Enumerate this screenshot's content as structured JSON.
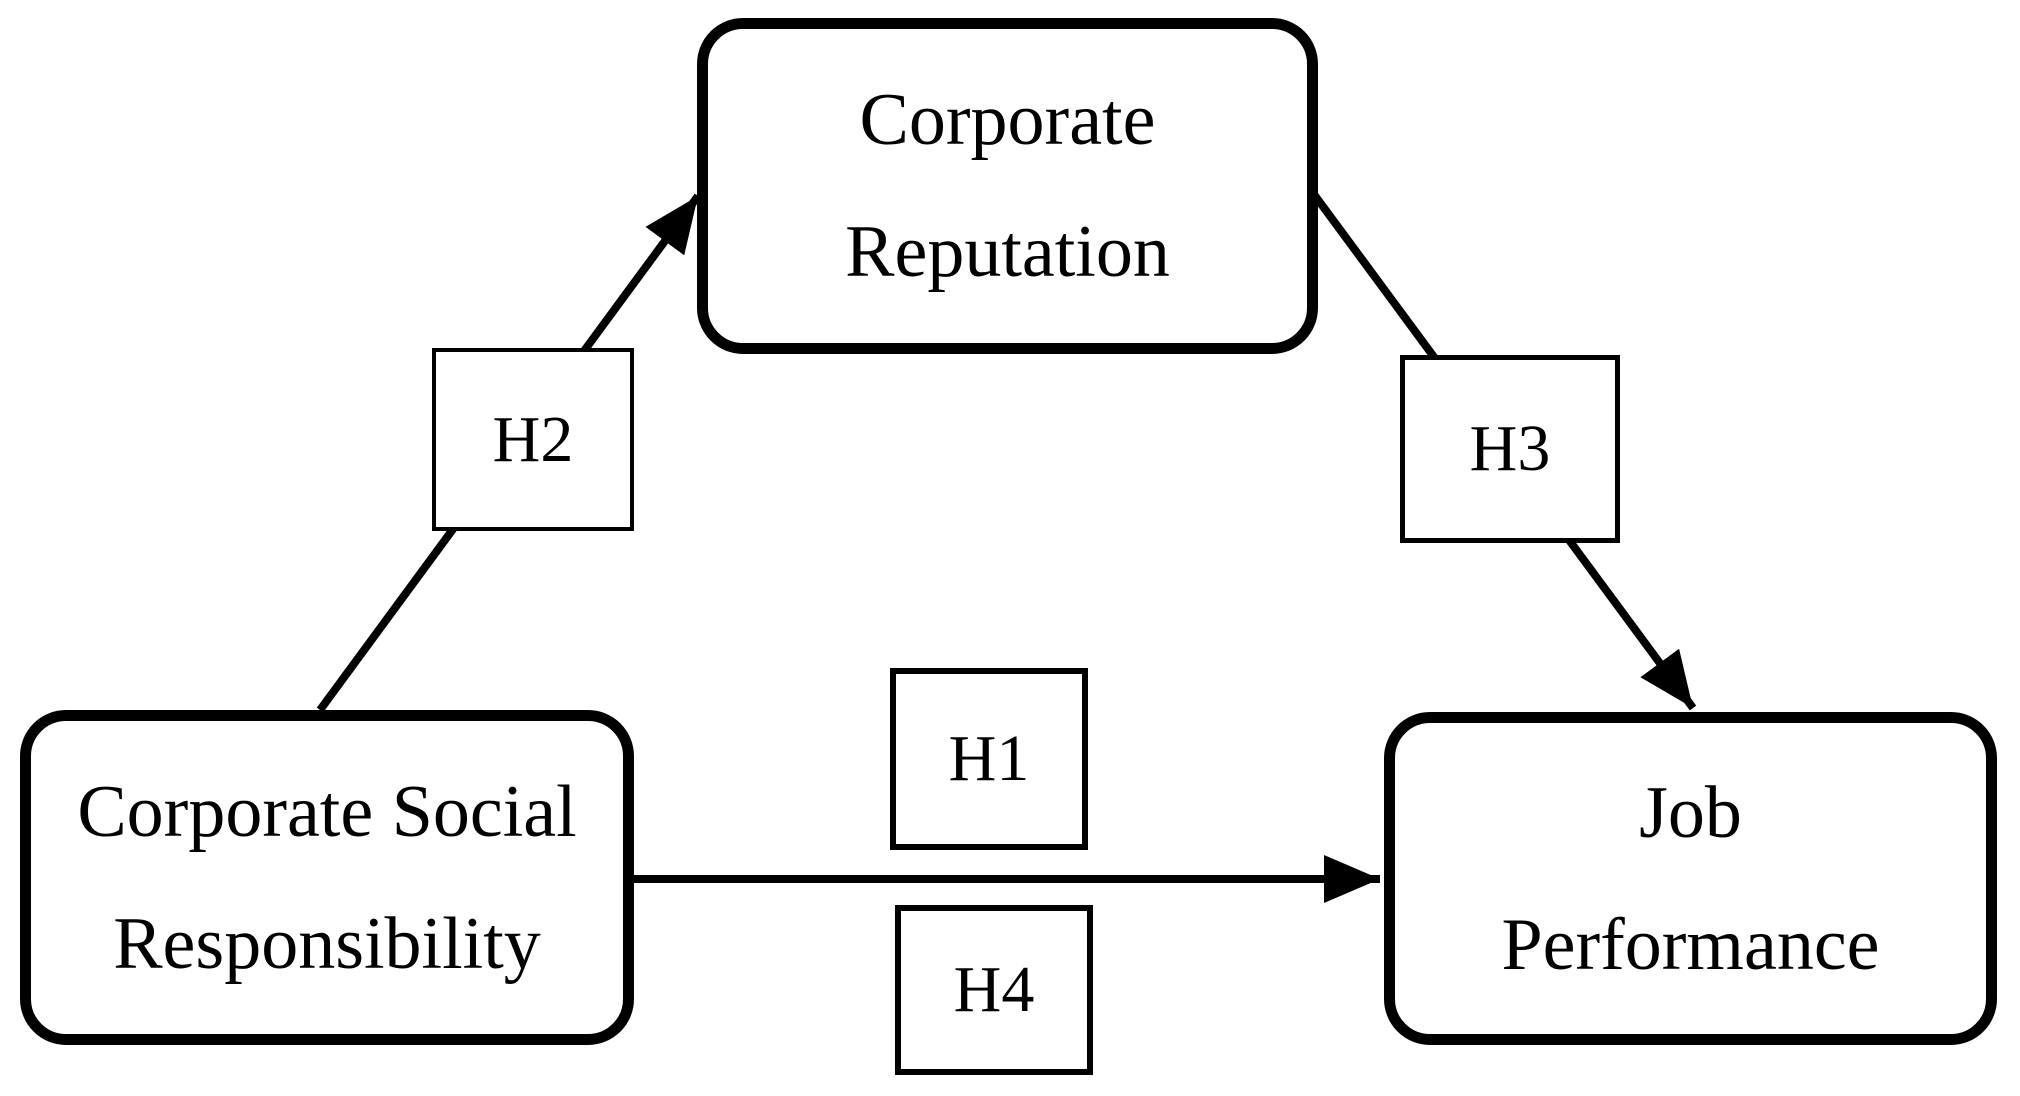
{
  "figure": {
    "background": "#ffffff",
    "ink": "#000000",
    "type": "hypothesis-path-model"
  },
  "nodes": [
    {
      "id": "corporate-reputation",
      "line1": "Corporate",
      "line2": "Reputation"
    },
    {
      "id": "corporate-social-responsibility",
      "line1": "Corporate Social",
      "line2": "Responsibility"
    },
    {
      "id": "job-performance",
      "line1": "Job",
      "line2": "Performance"
    }
  ],
  "hypotheses": {
    "h1": "H1",
    "h2": "H2",
    "h3": "H3",
    "h4": "H4"
  },
  "edges": [
    {
      "from": "Corporate Social Responsibility",
      "to": "Corporate Reputation",
      "label": "H2",
      "arrowhead": "end"
    },
    {
      "from": "Corporate Reputation",
      "to": "Job Performance",
      "label": "H3",
      "arrowhead": "end"
    },
    {
      "from": "Corporate Social Responsibility",
      "to": "Job Performance",
      "labels": [
        "H1",
        "H4"
      ],
      "arrowhead": "end"
    }
  ]
}
